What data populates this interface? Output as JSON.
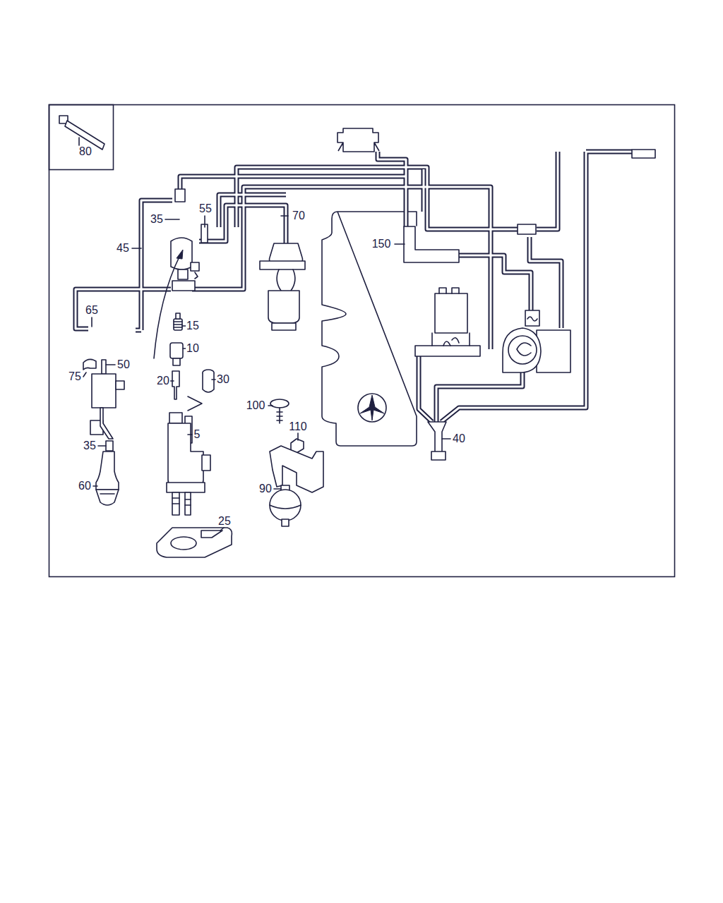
{
  "diagram": {
    "labels": [
      "80",
      "35",
      "55",
      "70",
      "45",
      "150",
      "65",
      "15",
      "10",
      "75",
      "50",
      "20",
      "30",
      "5",
      "100",
      "110",
      "35",
      "60",
      "90",
      "25",
      "40"
    ]
  }
}
